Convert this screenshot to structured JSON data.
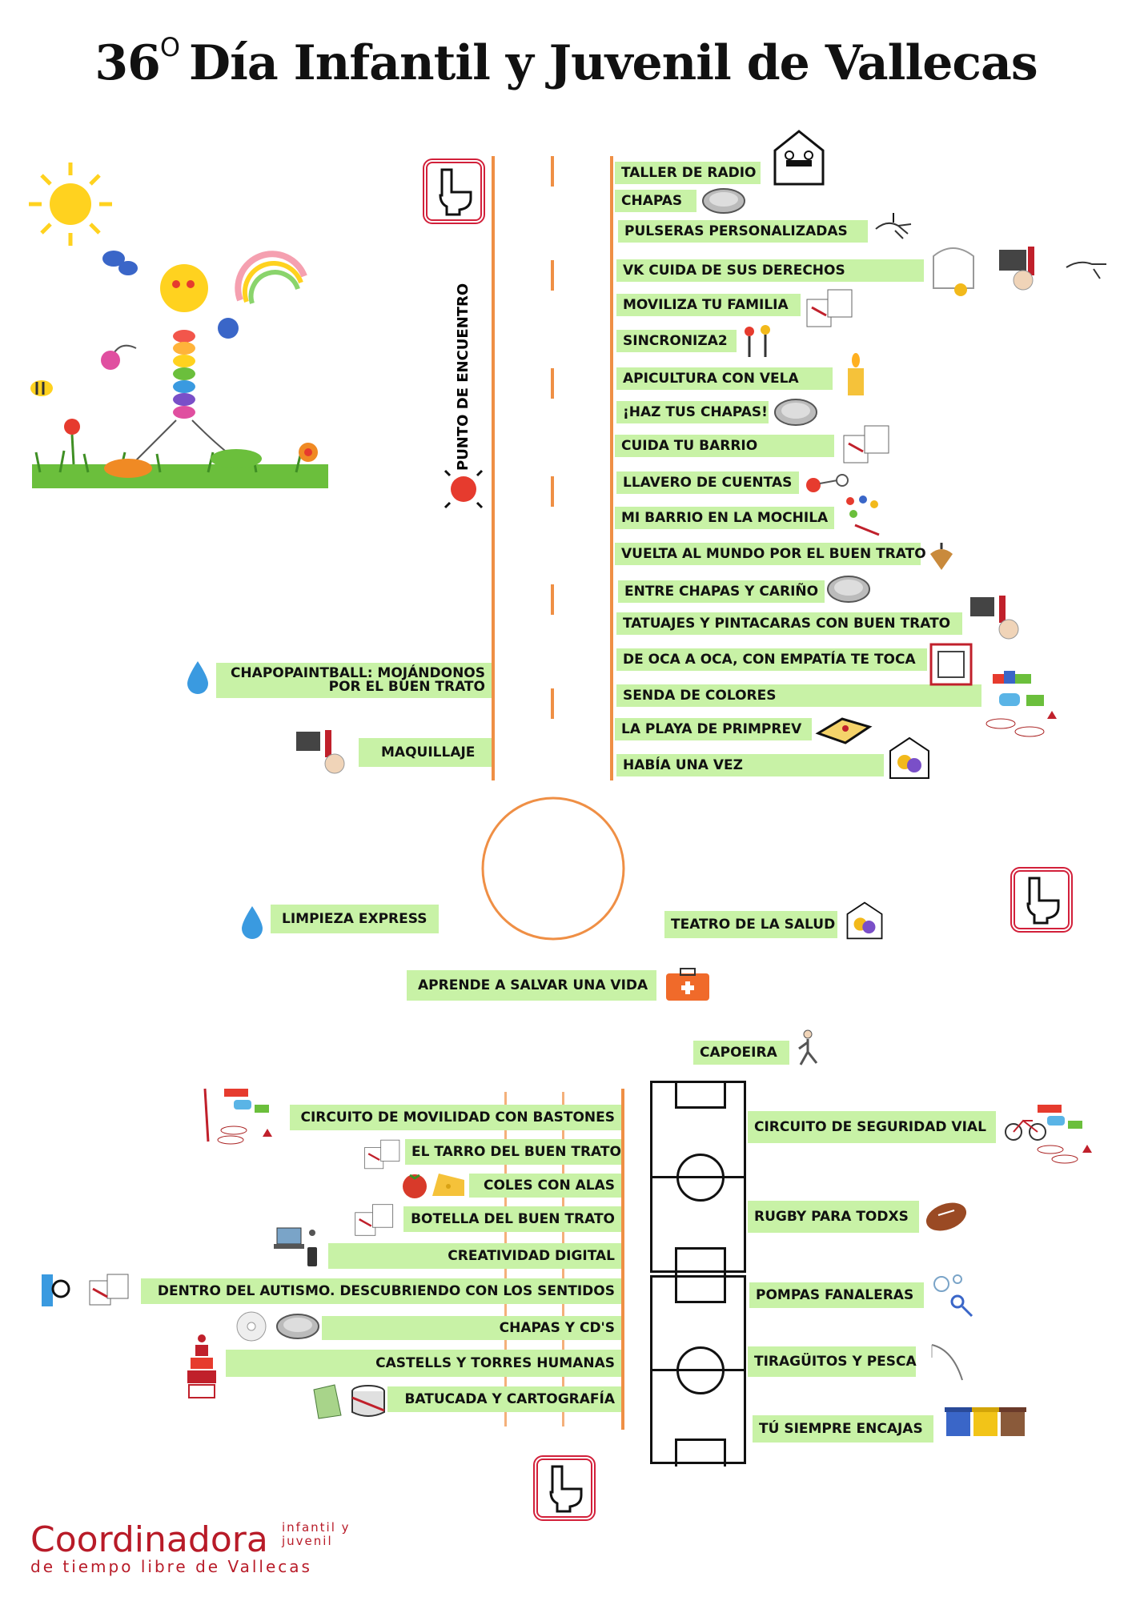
{
  "title": {
    "number": "36",
    "superscript": "O",
    "text": "Día Infantil y Juvenil de Vallecas"
  },
  "meeting_point": "PUNTO DE ENCUENTRO",
  "colors": {
    "label_bg": "#c8f2a6",
    "road": "#ef8f45",
    "wc_frame": "#d2203a",
    "logo": "#b81b28"
  },
  "activities_right_top": [
    "TALLER DE RADIO",
    "CHAPAS",
    "PULSERAS PERSONALIZADAS",
    "VK CUIDA DE SUS DERECHOS",
    "MOVILIZA TU FAMILIA",
    "SINCRONIZA2",
    "APICULTURA CON VELA",
    "¡HAZ TUS CHAPAS!",
    "CUIDA TU BARRIO",
    "LLAVERO DE CUENTAS",
    "MI BARRIO EN LA MOCHILA",
    "VUELTA AL MUNDO POR EL BUEN TRATO",
    "ENTRE CHAPAS Y CARIÑO",
    "TATUAJES Y PINTACARAS CON BUEN TRATO",
    "DE OCA A OCA, CON EMPATÍA TE TOCA",
    "SENDA DE COLORES",
    "LA PLAYA DE PRIMPREV",
    "HABÍA UNA VEZ"
  ],
  "activities_left_top": [
    {
      "line1": "CHAPOPAINTBALL: MOJÁNDONOS",
      "line2": "POR EL BUEN TRATO"
    },
    "MAQUILLAJE"
  ],
  "activities_center": [
    "LIMPIEZA EXPRESS",
    "TEATRO DE LA SALUD",
    "APRENDE A SALVAR UNA VIDA",
    "CAPOEIRA"
  ],
  "activities_left_bottom": [
    "CIRCUITO DE MOVILIDAD CON BASTONES",
    "EL TARRO DEL BUEN TRATO",
    "COLES CON ALAS",
    "BOTELLA DEL BUEN TRATO",
    "CREATIVIDAD DIGITAL",
    "DENTRO DEL AUTISMO. DESCUBRIENDO CON LOS SENTIDOS",
    "CHAPAS Y CD'S",
    "CASTELLS Y TORRES HUMANAS",
    "BATUCADA Y CARTOGRAFÍA"
  ],
  "activities_right_bottom": [
    "CIRCUITO DE SEGURIDAD VIAL",
    "RUGBY PARA TODXS",
    "POMPAS FANALERAS",
    "TIRAGÜITOS Y PESCA",
    "TÚ SIEMPRE ENCAJAS"
  ],
  "logo": {
    "main": "Coordinadora",
    "side_line1": "infantil y",
    "side_line2": "juvenil",
    "sub": "de tiempo libre de Vallecas"
  }
}
